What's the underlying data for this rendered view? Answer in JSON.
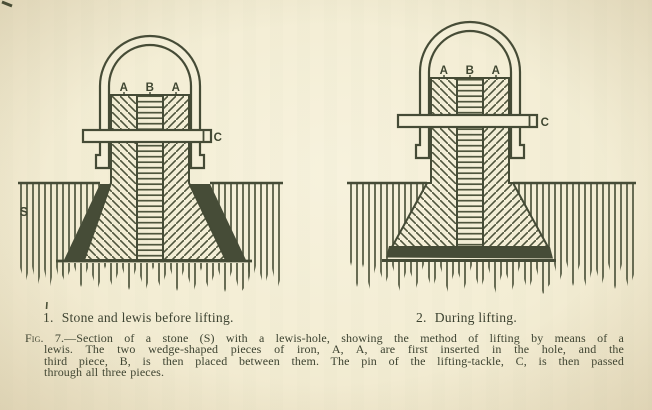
{
  "figures": [
    {
      "caption_number": "1.",
      "caption_text": "Stone and lewis before lifting.",
      "labels": {
        "a_left": "A",
        "b": "B",
        "a_right": "A",
        "pin": "C",
        "stone": "S"
      }
    },
    {
      "caption_number": "2.",
      "caption_text": "During lifting.",
      "labels": {
        "a_left": "A",
        "b": "B",
        "a_right": "A",
        "pin": "C"
      }
    }
  ],
  "caption": {
    "fig_label": "Fig. 7.",
    "line1": "—Section of a stone (S) with a lewis-hole, showing the method of lifting by means of a",
    "line2": "lewis.  The two wedge-shaped pieces of iron, A, A, are first inserted in the hole, and the",
    "line3": "third piece, B, is then placed between them.  The pin of the lifting-tackle, C, is then passed",
    "line4": "through all three pieces."
  },
  "colors": {
    "paper": "#f3edd4",
    "ink": "#4a5138",
    "dark_fill": "#464c37",
    "text": "#3c4230"
  }
}
